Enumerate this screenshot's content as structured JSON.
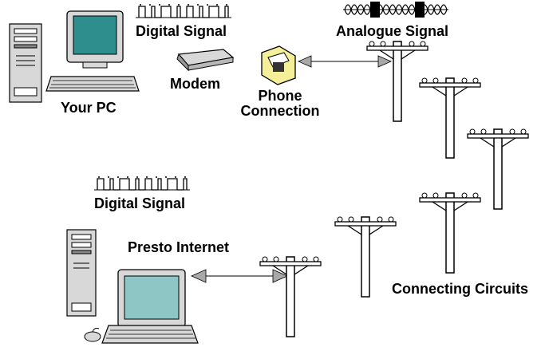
{
  "labels": {
    "your_pc": "Your PC",
    "digital_signal_top": "Digital Signal",
    "modem": "Modem",
    "phone_connection": "Phone\nConnection",
    "analogue_signal": "Analogue Signal",
    "digital_signal_bottom": "Digital Signal",
    "presto_internet": "Presto Internet",
    "connecting_circuits": "Connecting Circuits"
  },
  "colors": {
    "screen": "#2e8e8e",
    "screen_light": "#8ec6c6",
    "case": "#d8d8d8",
    "arrow": "#a8a8a8",
    "phone_jack": "#f5ef9a"
  },
  "icons": [
    "pc-tower-icon",
    "monitor-icon",
    "keyboard-icon",
    "modem-icon",
    "phone-jack-icon",
    "telephone-pole-icon",
    "mouse-icon"
  ]
}
